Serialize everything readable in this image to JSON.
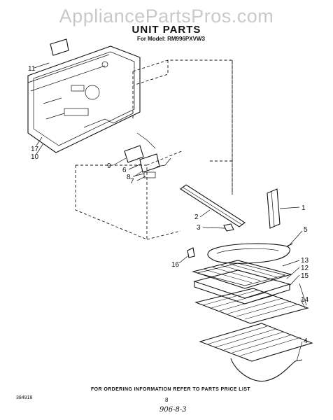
{
  "watermark": "AppliancePartsPros.com",
  "header": {
    "title": "UNIT PARTS",
    "model": "For Model: RM996PXVW3"
  },
  "footer": {
    "ordering_note": "FOR ORDERING INFORMATION REFER TO PARTS PRICE LIST",
    "code": "384918",
    "page": "8",
    "ref": "906-8-3"
  },
  "callouts": {
    "c1": "1",
    "c2": "2",
    "c3": "3",
    "c4": "4",
    "c5": "5",
    "c6": "6",
    "c7": "7",
    "c8": "8",
    "c9": "9",
    "c10": "10",
    "c11": "11",
    "c12": "12",
    "c13": "13",
    "c14": "14",
    "c15": "15",
    "c16": "16",
    "c17": "17"
  }
}
